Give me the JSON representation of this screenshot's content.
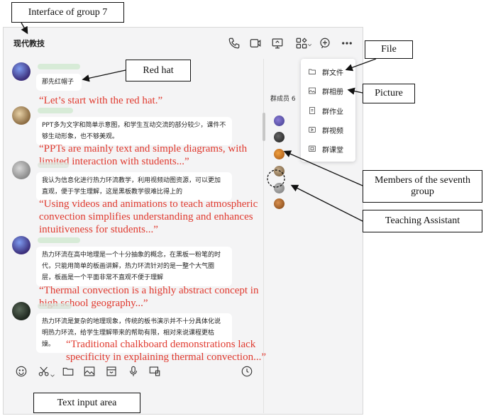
{
  "callouts": {
    "interface": "Interface of group 7",
    "red_hat": "Red hat",
    "file": "File",
    "picture": "Picture",
    "members": "Members of the seventh group",
    "assistant": "Teaching Assistant",
    "input": "Text input area"
  },
  "window": {
    "title": "现代教技"
  },
  "messages": [
    {
      "text": "那先红帽子",
      "note": "“Let’s start with the red hat.”"
    },
    {
      "text": "PPT多为文字和简单示意图，和学生互动交流的部分较少，课件不够生动形象，也不够美观。",
      "note": "“PPTs are mainly text and simple diagrams, with limited interaction with students...”"
    },
    {
      "text": "我认为信息化进行热力环流教学，利用视频动图资源，可以更加直观，便于学生理解，这是黑板教学很难比得上的",
      "note": "“Using videos and animations to teach atmospheric convection simplifies understanding and enhances intuitiveness for students...”"
    },
    {
      "text": "热力环流在高中地理是一个十分抽象的概念，在黑板一粉笔的时代，只能用简单的板画讲解，热力环流针对的是一整个大气圈层，板画是一个平面非常不直观不便于理解",
      "note": "“Thermal convection is a highly abstract concept in high school geography...”"
    },
    {
      "text": "热力环流是复杂的地理现象，传统的板书演示并不十分具体化说明热力环流，给学生理解带来的帮助有限，相对来说课程更枯燥。",
      "note": "“Traditional chalkboard demonstrations lack specificity in explaining thermal convection...”"
    }
  ],
  "sidebar": {
    "title": "群成员 6"
  },
  "menu": {
    "items": [
      "群文件",
      "群相册",
      "群作业",
      "群视频",
      "群课堂"
    ]
  },
  "colors": {
    "note": "#e03a2f",
    "window_bg": "#f4f4f5"
  }
}
